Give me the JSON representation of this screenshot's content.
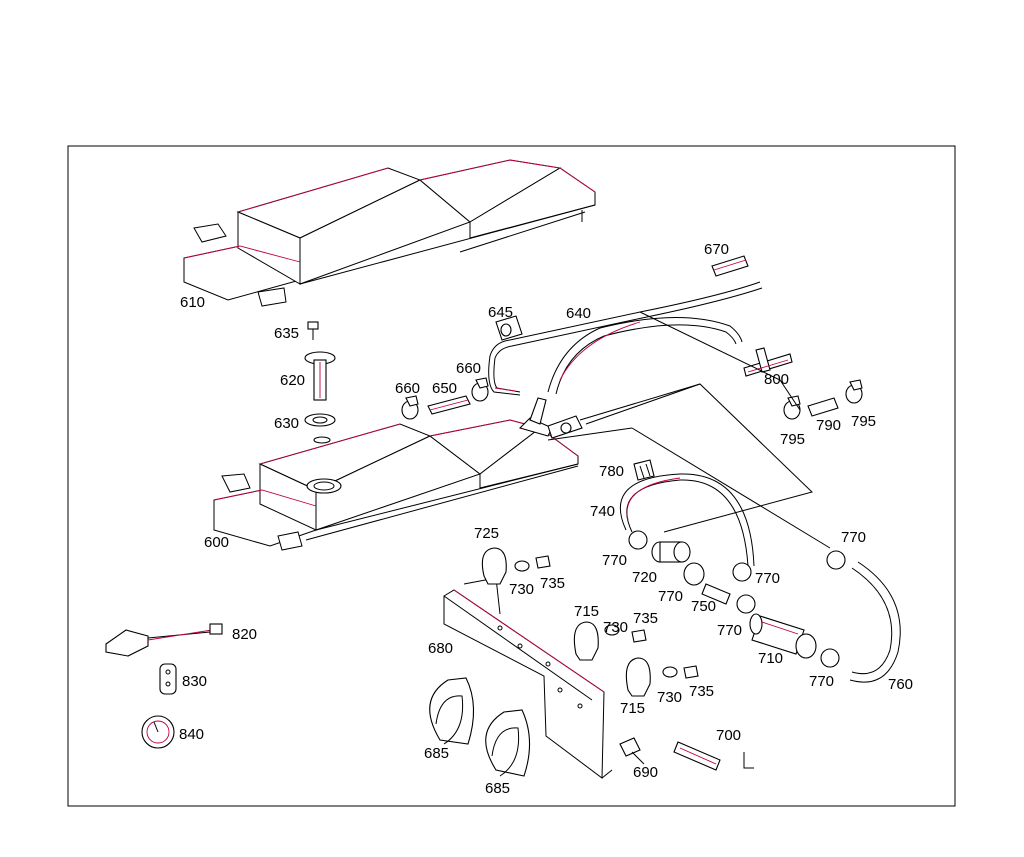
{
  "diagram": {
    "line_color": "#000000",
    "accent_color": "#c0003a",
    "callouts": [
      {
        "id": "c610",
        "text": "610"
      },
      {
        "id": "c670",
        "text": "670"
      },
      {
        "id": "c645",
        "text": "645"
      },
      {
        "id": "c640",
        "text": "640"
      },
      {
        "id": "c635",
        "text": "635"
      },
      {
        "id": "c620",
        "text": "620"
      },
      {
        "id": "c630",
        "text": "630"
      },
      {
        "id": "c660a",
        "text": "660"
      },
      {
        "id": "c650",
        "text": "650"
      },
      {
        "id": "c660b",
        "text": "660"
      },
      {
        "id": "c800",
        "text": "800"
      },
      {
        "id": "c795a",
        "text": "795"
      },
      {
        "id": "c790",
        "text": "790"
      },
      {
        "id": "c795b",
        "text": "795"
      },
      {
        "id": "c780",
        "text": "780"
      },
      {
        "id": "c740",
        "text": "740"
      },
      {
        "id": "c600",
        "text": "600"
      },
      {
        "id": "c725",
        "text": "725"
      },
      {
        "id": "c770a",
        "text": "770"
      },
      {
        "id": "c720",
        "text": "720"
      },
      {
        "id": "c770b",
        "text": "770"
      },
      {
        "id": "c770c",
        "text": "770"
      },
      {
        "id": "c730a",
        "text": "730"
      },
      {
        "id": "c735a",
        "text": "735"
      },
      {
        "id": "c770d",
        "text": "770"
      },
      {
        "id": "c750",
        "text": "750"
      },
      {
        "id": "c770e",
        "text": "770"
      },
      {
        "id": "c715a",
        "text": "715"
      },
      {
        "id": "c730b",
        "text": "730"
      },
      {
        "id": "c735b",
        "text": "735"
      },
      {
        "id": "c820",
        "text": "820"
      },
      {
        "id": "c680",
        "text": "680"
      },
      {
        "id": "c710",
        "text": "710"
      },
      {
        "id": "c770f",
        "text": "770"
      },
      {
        "id": "c760",
        "text": "760"
      },
      {
        "id": "c830",
        "text": "830"
      },
      {
        "id": "c715b",
        "text": "715"
      },
      {
        "id": "c730c",
        "text": "730"
      },
      {
        "id": "c735c",
        "text": "735"
      },
      {
        "id": "c840",
        "text": "840"
      },
      {
        "id": "c700",
        "text": "700"
      },
      {
        "id": "c685a",
        "text": "685"
      },
      {
        "id": "c690",
        "text": "690"
      },
      {
        "id": "c685b",
        "text": "685"
      }
    ]
  }
}
